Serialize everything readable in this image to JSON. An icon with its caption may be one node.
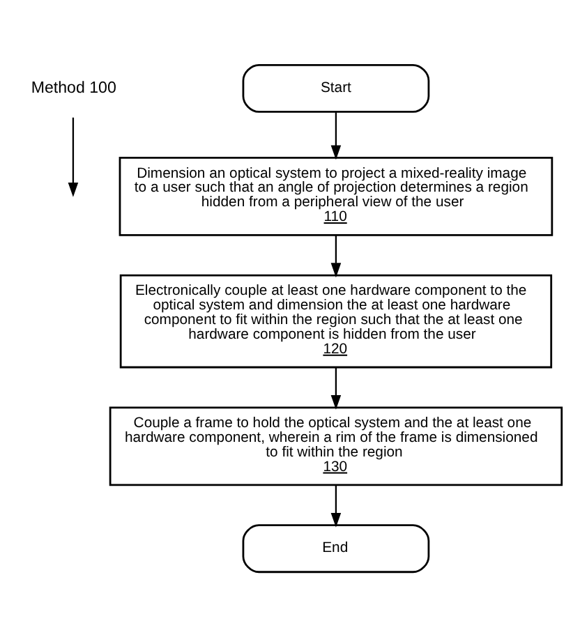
{
  "diagram": {
    "nodes": [
      {
        "text": [
          "Method 100"
        ]
      },
      {
        "text": [
          "Start"
        ]
      },
      {
        "text": [
          "Dimension an optical system to project a mixed-reality image to a user such that an angle of projection determines a region hidden from a peripheral view of the user",
          "110"
        ]
      },
      {
        "text": [
          "Electronically couple at least one hardware component to the optical system and dimension the at least one hardware component to fit within the region such that the at least one hardware component is hidden from the user",
          "120"
        ]
      },
      {
        "text": [
          "Couple a frame to hold the optical system and the at least one hardware component, wherein a rim of the frame is dimensioned to fit within the region",
          "130"
        ]
      },
      {
        "text": [
          "End"
        ]
      }
    ],
    "edges": [
      {
        "from": 0,
        "to": null,
        "arrow": "to"
      },
      {
        "from": 1,
        "to": 2,
        "arrow": "to"
      },
      {
        "from": 2,
        "to": 3,
        "arrow": "to"
      },
      {
        "from": 3,
        "to": 4,
        "arrow": "to"
      },
      {
        "from": 4,
        "to": 5,
        "arrow": "to"
      }
    ]
  }
}
